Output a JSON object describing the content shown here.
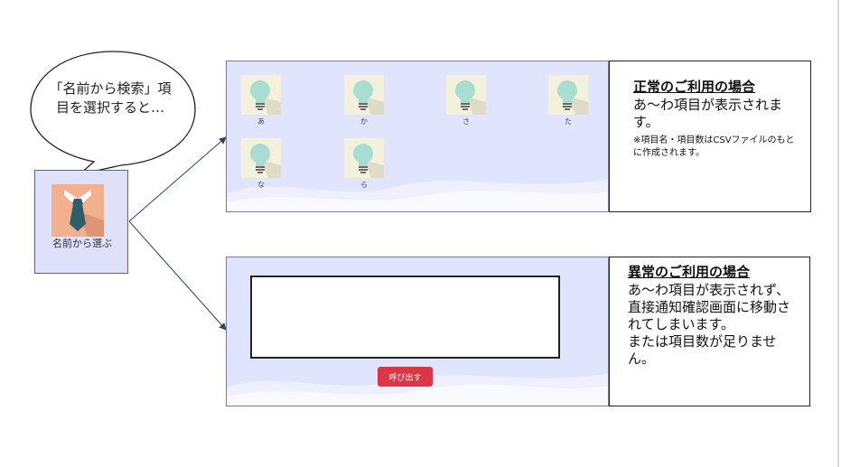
{
  "bubble": {
    "text": "「名前から検索」項目を選択すると…"
  },
  "starter": {
    "label": "名前から選ぶ",
    "icon": "necktie-icon"
  },
  "normal_panel": {
    "items": [
      {
        "label": "あ",
        "icon": "lightbulb-icon"
      },
      {
        "label": "か",
        "icon": "lightbulb-icon"
      },
      {
        "label": "さ",
        "icon": "lightbulb-icon"
      },
      {
        "label": "た",
        "icon": "lightbulb-icon"
      },
      {
        "label": "な",
        "icon": "lightbulb-icon"
      },
      {
        "label": "ら",
        "icon": "lightbulb-icon"
      }
    ]
  },
  "normal_note": {
    "title": "正常のご利用の場合",
    "body": "あ～わ項目が表示されます。",
    "sub": "※項目名・項目数はCSVファイルのもとに作成されます。"
  },
  "error_panel": {
    "call_button": "呼び出す"
  },
  "error_note": {
    "title": "異常のご利用の場合",
    "body": "あ～わ項目が表示されず、直接通知確認画面に移動されてしまいます。",
    "body2": "または項目数が足りません。"
  },
  "colors": {
    "panel_bg": "#e1e4fd",
    "button_red": "#dc3545",
    "bulb": "#a8ddd2",
    "tile_bg": "#f3f0dc",
    "tie_tile": "#f2b08e",
    "tie": "#2d5e6b",
    "arrow": "#2f4060"
  }
}
